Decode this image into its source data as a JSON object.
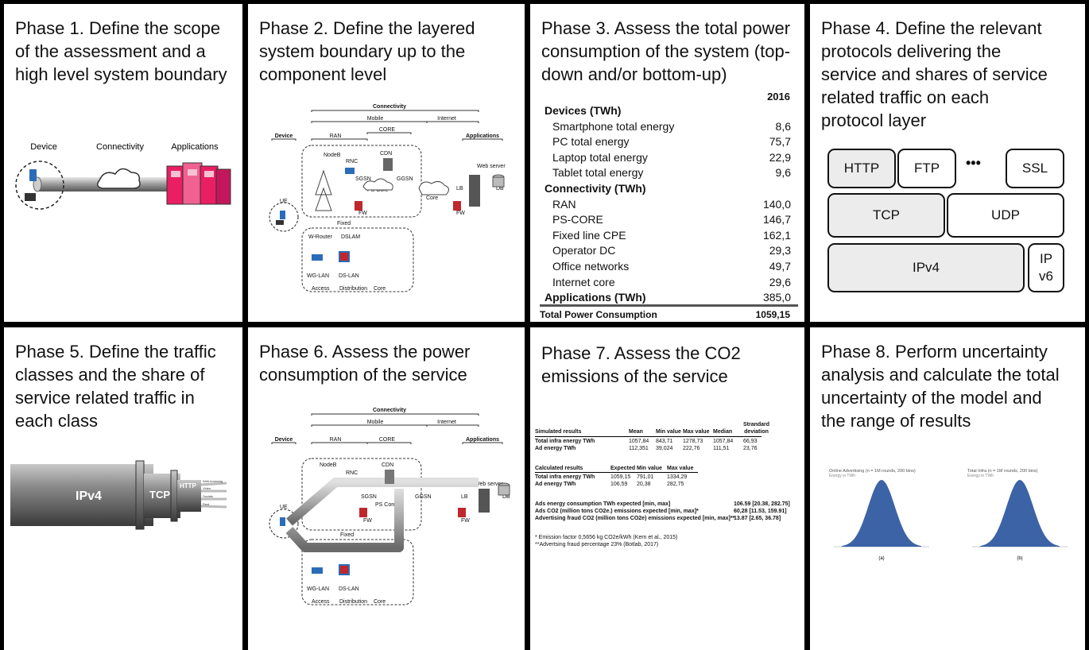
{
  "phases": [
    {
      "title": "Phase 1. Define the  scope\nof the assessment and a\nhigh level system boundary"
    },
    {
      "title": "Phase 2. Define the layered\nsystem boundary up to the\ncomponent level"
    },
    {
      "title": "Phase 3. Assess  the total power\nconsumption of the system (top-\ndown and/or bottom-up)"
    },
    {
      "title": "Phase 4. Define the relevant\nprotocols delivering the\nservice and  shares of service\nrelated traffic  on each\nprotocol layer"
    },
    {
      "title": "Phase 5. Define the traffic\nclasses and the share of\nservice related traffic in\neach class"
    },
    {
      "title": "Phase 6. Assess the power\nconsumption of the service"
    },
    {
      "title": "Phase 7. Assess the CO2\nemissions of the service"
    },
    {
      "title": "Phase 8. Perform uncertainty\nanalysis and calculate the total\nuncertainty of the model and\nthe range of results"
    }
  ],
  "phase1": {
    "device": "Device",
    "connectivity": "Connectivity",
    "applications": "Applications"
  },
  "network": {
    "connectivity": "Connectivity",
    "mobile": "Mobile",
    "internet": "Internet",
    "device": "Device",
    "ran": "RAN",
    "core": "CORE",
    "applications": "Applications",
    "nodeb": "NodeB",
    "rnc": "RNC",
    "cdn": "CDN",
    "sgsn": "SGSN",
    "ggsn": "GGSN",
    "pscore": "PS Core",
    "internet_core": "Internet\nCore",
    "web_server": "Web server",
    "lb": "LB",
    "db": "DB",
    "fw": "FW",
    "ue": "UE",
    "fixed": "Fixed",
    "wrouter": "W-Router",
    "dslam": "DSLAM",
    "wglan": "WG-LAN",
    "dslan": "DS-LAN",
    "access": "Access",
    "distribution": "Distribution",
    "core_lower": "Core"
  },
  "phase3": {
    "year": "2016",
    "rows": [
      {
        "label": "Devices (TWh)",
        "value": "",
        "head": true
      },
      {
        "label": "Smartphone total energy",
        "value": "8,6"
      },
      {
        "label": "PC total energy",
        "value": "75,7"
      },
      {
        "label": "Laptop total energy",
        "value": "22,9"
      },
      {
        "label": "Tablet total energy",
        "value": "9,6"
      },
      {
        "label": "Connectivity (TWh)",
        "value": "",
        "head": true
      },
      {
        "label": "RAN",
        "value": "140,0"
      },
      {
        "label": "PS-CORE",
        "value": "146,7"
      },
      {
        "label": "Fixed line CPE",
        "value": "162,1"
      },
      {
        "label": "Operator DC",
        "value": "29,3"
      },
      {
        "label": "Office networks",
        "value": "49,7"
      },
      {
        "label": "Internet core",
        "value": "29,6"
      },
      {
        "label": "Applications (TWh)",
        "value": "385,0",
        "head": true
      }
    ],
    "total_label": "Total Power Consumption",
    "total_value": "1059,15"
  },
  "phase4": {
    "http": "HTTP",
    "ftp": "FTP",
    "dots": "•••",
    "ssl": "SSL",
    "tcp": "TCP",
    "udp": "UDP",
    "ipv4": "IPv4",
    "ipv6": "IP\nv6"
  },
  "phase5": {
    "ipv4": "IPv4",
    "tcp": "TCP",
    "http": "HTTP",
    "classes": [
      "Web browsing",
      "Video",
      "Socials",
      "Rest"
    ]
  },
  "phase7": {
    "sim_headers": [
      "Simulated results",
      "Mean",
      "Min value",
      "Max value",
      "Median",
      "Strandard\ndeviation"
    ],
    "sim_rows": [
      [
        "Total infra energy TWh",
        "1057,84",
        "843,71",
        "1278,73",
        "1057,84",
        "66,93"
      ],
      [
        "Ad energy TWh",
        "112,351",
        "39,024",
        "222,76",
        "111,51",
        "23,76"
      ]
    ],
    "calc_headers": [
      "Calculated results",
      "Expected",
      "Min value",
      "Max value"
    ],
    "calc_rows": [
      [
        "Total infra energy TWh",
        "1059,15",
        "791,01",
        "1334,29"
      ],
      [
        "Ad energy TWh",
        "106,59",
        "20,38",
        "282,75"
      ]
    ],
    "summary": [
      [
        "Ads energy consumption TWh expected [min, max]",
        "106.59 [20.38, 282.75]"
      ],
      [
        "Ads CO2 (million tons CO2e.) emissions expected [min, max]*",
        "60,28 [11.53, 159.91]"
      ],
      [
        "Advertising fraud CO2 (million tons CO2e) emissions expected [min, max]**",
        "13.87 [2.65, 36.78]"
      ]
    ],
    "notes": [
      "* Emission factor 0,5656 kg CO2e/kWh (Kern et al., 2015)",
      "**Advertsing fraud percentage 23% (Botlab, 2017)"
    ]
  },
  "phase8": {
    "left_title": "Online Advertising (n = 1M rounds, 200 bins)",
    "left_sub": "Energy in TWh",
    "right_title": "Total Infra (n = 1M rounds, 200 bins)",
    "right_sub": "Energy in TWh",
    "left_caption": "(a)",
    "right_caption": "(b)"
  },
  "colors": {
    "border": "#000000",
    "histogram": "#3c63a6",
    "firewall": "#c0272d",
    "device_blue": "#2b6cb8"
  }
}
